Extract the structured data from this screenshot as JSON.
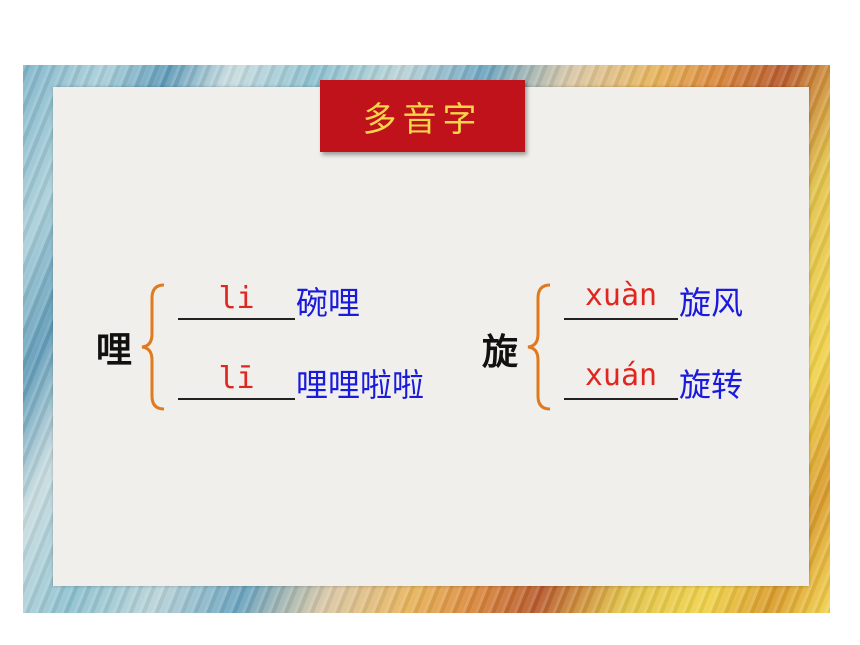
{
  "title": "多音字",
  "groups": [
    {
      "char": "哩",
      "items": [
        {
          "pinyin": "li",
          "word": "碗哩"
        },
        {
          "pinyin": "lī",
          "word": "哩哩啦啦"
        }
      ]
    },
    {
      "char": "旋",
      "items": [
        {
          "pinyin": "xuàn",
          "word": "旋风"
        },
        {
          "pinyin": "xuán",
          "word": "旋转"
        }
      ]
    }
  ],
  "colors": {
    "title_bg": "#c0121a",
    "title_text": "#f6d54a",
    "pinyin": "#e0261f",
    "word": "#1a1adc",
    "brace": "#e07a1f"
  }
}
